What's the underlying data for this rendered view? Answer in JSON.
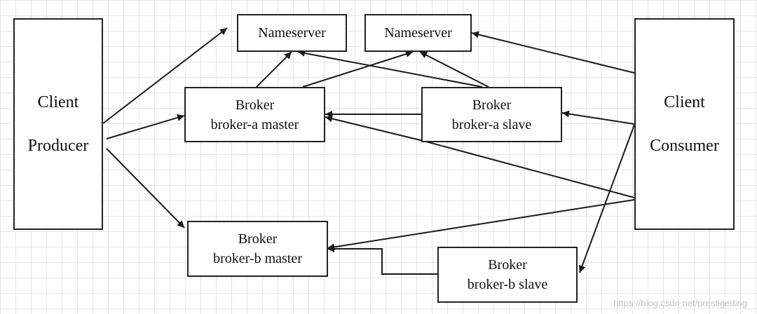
{
  "producer": {
    "line1": "Client",
    "line2": "Producer"
  },
  "consumer": {
    "line1": "Client",
    "line2": "Consumer"
  },
  "nameserver_1": {
    "label": "Nameserver"
  },
  "nameserver_2": {
    "label": "Nameserver"
  },
  "broker_a_master": {
    "line1": "Broker",
    "line2": "broker-a master"
  },
  "broker_a_slave": {
    "line1": "Broker",
    "line2": "broker-a slave"
  },
  "broker_b_master": {
    "line1": "Broker",
    "line2": "broker-b master"
  },
  "broker_b_slave": {
    "line1": "Broker",
    "line2": "broker-b slave"
  },
  "watermark": "https://blog.csdn.net/prestigeding"
}
